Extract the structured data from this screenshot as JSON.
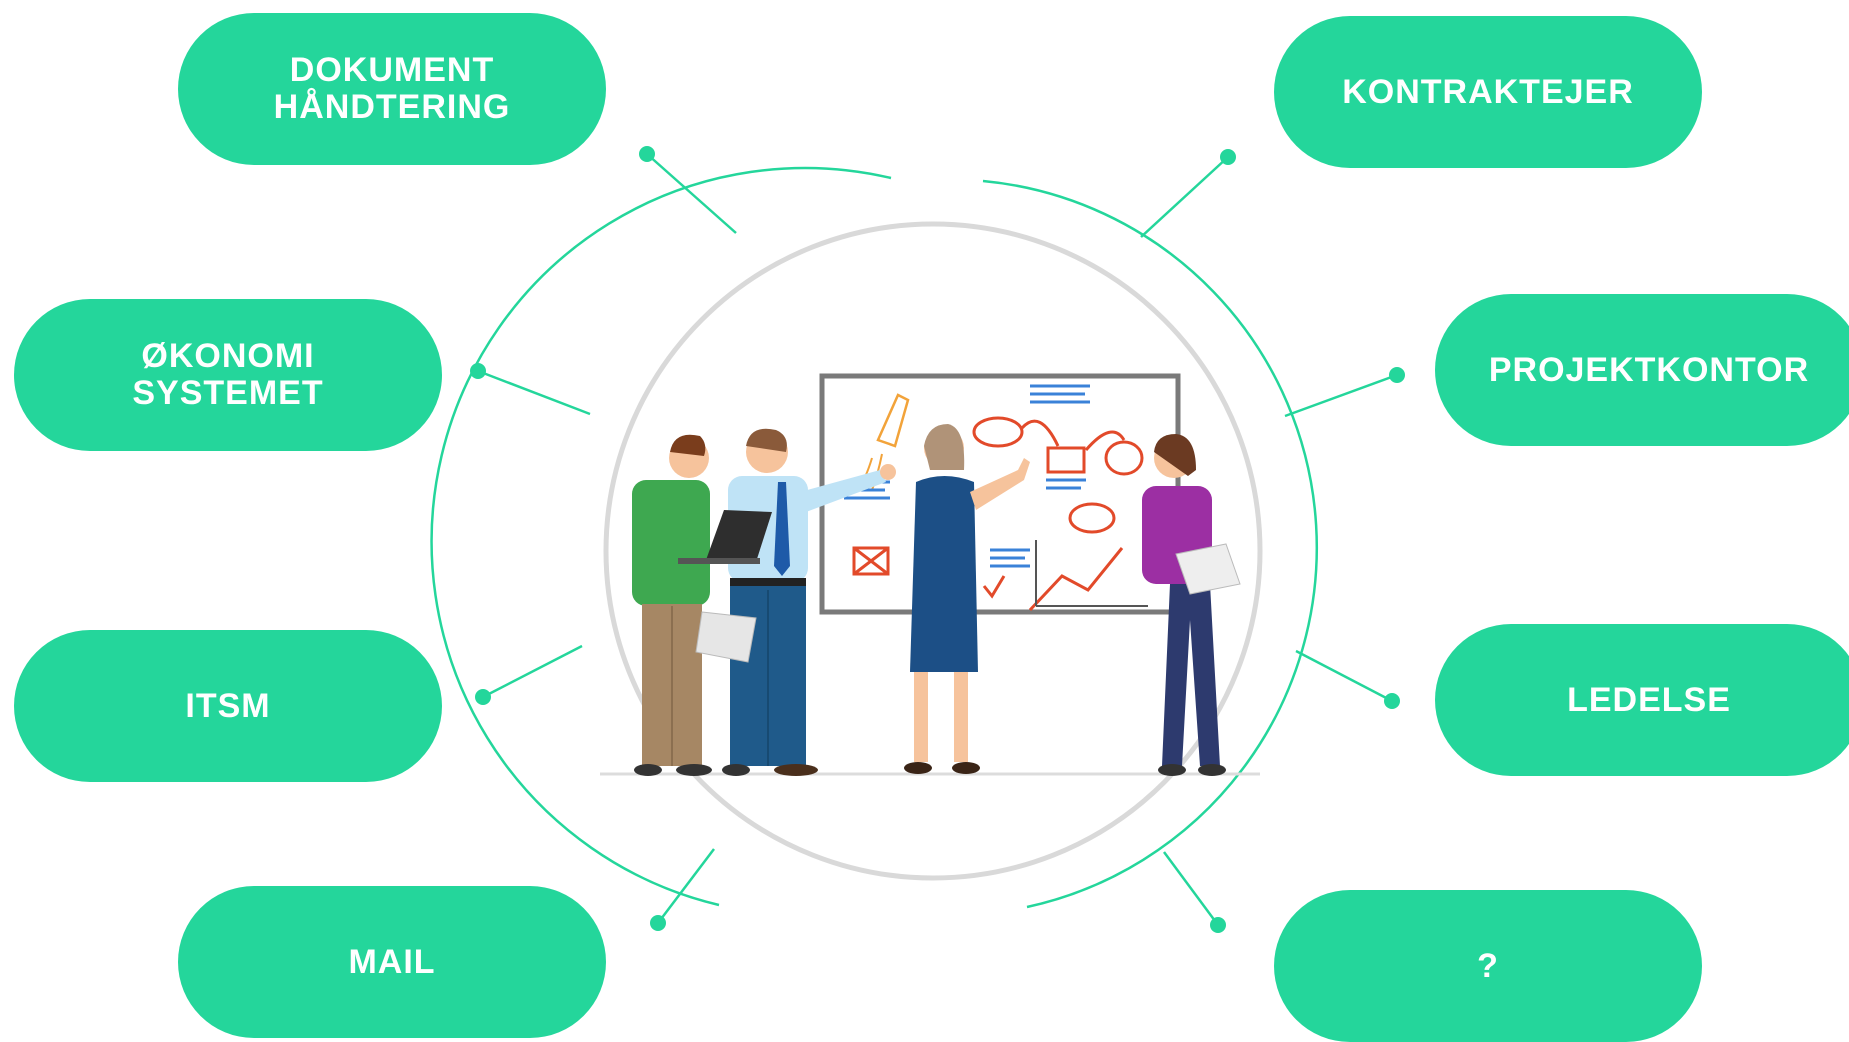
{
  "colors": {
    "accent": "#24d69b",
    "ring": "#d9d9d9",
    "text": "#ffffff"
  },
  "nodes": {
    "dokument": {
      "line1": "DOKUMENT",
      "line2": "HÅNDTERING"
    },
    "kontrakter": {
      "line1": "KONTRAKTEJER"
    },
    "okonomi": {
      "line1": "ØKONOMI",
      "line2": "SYSTEMET"
    },
    "projektkontor": {
      "line1": "PROJEKTKONTOR"
    },
    "itsm": {
      "line1": "ITSM"
    },
    "ledelse": {
      "line1": "LEDELSE"
    },
    "mail": {
      "line1": "MAIL"
    },
    "unknown": {
      "line1": "?"
    }
  },
  "center": {
    "icon": "team-meeting-whiteboard-illustration"
  }
}
